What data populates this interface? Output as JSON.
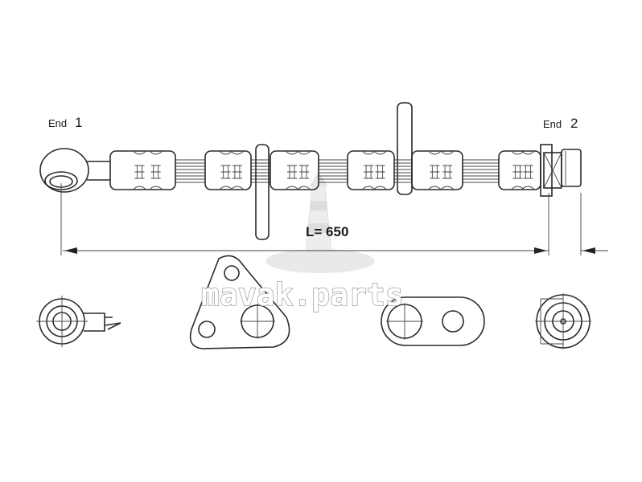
{
  "labels": {
    "end1_word": "End",
    "end1_num": "1",
    "end2_word": "End",
    "end2_num": "2",
    "length": "L=  650"
  },
  "watermark": "mavak.parts",
  "colors": {
    "line": "#2a2a2a",
    "watermark_stroke": "#9a9a9a"
  }
}
